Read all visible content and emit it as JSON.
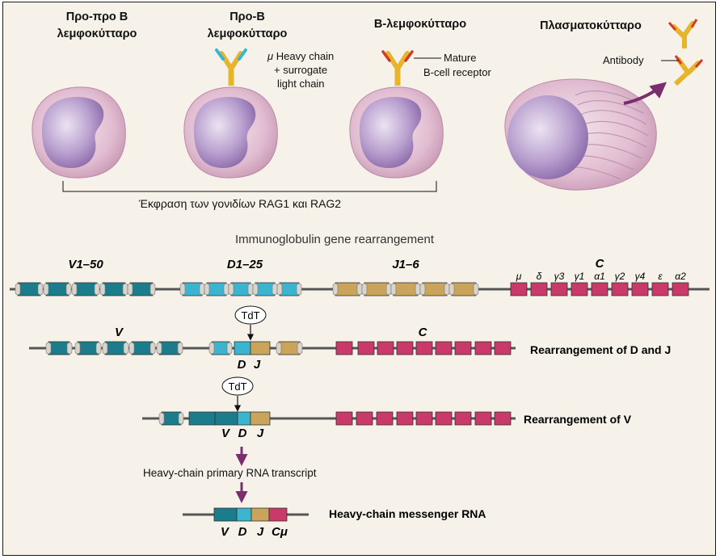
{
  "cells": {
    "pro_pro_b": {
      "line1": "Προ-προ Β",
      "line2": "λεμφοκύτταρο"
    },
    "pro_b": {
      "line1": "Προ-Β",
      "line2": "λεμφοκύτταρο"
    },
    "b_cell": {
      "title": "Β-λεμφοκύτταρο"
    },
    "plasma": {
      "title": "Πλασματοκύτταρο"
    }
  },
  "receptor_labels": {
    "mu_symbol": "μ",
    "heavy_chain": "Heavy chain",
    "surrogate_1": "+ surrogate",
    "surrogate_2": "light chain",
    "mature_1": "Mature",
    "mature_2": "B-cell receptor",
    "antibody": "Antibody"
  },
  "rag_expression": "Έκφραση των γονιδίων RAG1 και RAG2",
  "rearrangement": {
    "title": "Immunoglobulin gene rearrangement",
    "germline": {
      "v_label": "V1–50",
      "d_label": "D1–25",
      "j_label": "J1–6",
      "c_label": "C",
      "c_segments": [
        "μ",
        "δ",
        "γ3",
        "γ1",
        "α1",
        "γ2",
        "γ4",
        "ε",
        "α2"
      ]
    },
    "step1": {
      "v": "V",
      "c": "C",
      "d": "D",
      "j": "J",
      "tdt": "TdT",
      "label": "Rearrangement of D and J"
    },
    "step2": {
      "v": "V",
      "d": "D",
      "j": "J",
      "tdt": "TdT",
      "label": "Rearrangement of V"
    },
    "primary_transcript": "Heavy-chain primary RNA transcript",
    "mrna": {
      "v": "V",
      "d": "D",
      "j": "J",
      "c": "Cμ",
      "label": "Heavy-chain messenger RNA"
    }
  },
  "colors": {
    "v_segment": "#1b7d8c",
    "d_segment": "#3bb4d0",
    "j_segment": "#c9a45a",
    "c_segment": "#c93a6a",
    "arrow_purple": "#7a2e6e",
    "cell_pink": "#e3c1d4",
    "nucleus": "#b89bcb"
  }
}
